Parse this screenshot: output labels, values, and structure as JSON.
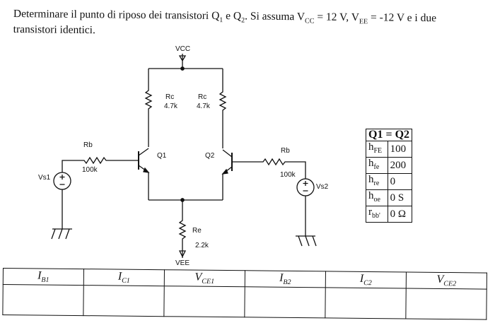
{
  "problem": {
    "text_before": "Determinare il punto di riposo dei transistori Q",
    "q1_sub": "1",
    "text_mid": " e Q",
    "q2_sub": "2",
    "text_assume": ". Si assuma V",
    "vcc_sub": "CC",
    "vcc_value": " = 12 V, V",
    "vee_sub": "EE",
    "vee_value": " = -12 V e i due",
    "line2": "transistori identici."
  },
  "circuit": {
    "vcc": "VCC",
    "vee": "VEE",
    "rc_left": {
      "name": "Rc",
      "value": "4.7k"
    },
    "rc_right": {
      "name": "Rc",
      "value": "4.7k"
    },
    "q1": "Q1",
    "q2": "Q2",
    "rb_left": {
      "name": "Rb",
      "value": "100k"
    },
    "rb_right": {
      "name": "Rb",
      "value": "100k"
    },
    "vs1": "Vs1",
    "vs2": "Vs2",
    "re": {
      "name": "Re",
      "value": "2.2k"
    }
  },
  "params": {
    "header": "Q1 = Q2",
    "rows": [
      {
        "name": "h",
        "sub": "FE",
        "value": "100"
      },
      {
        "name": "h",
        "sub": "fe",
        "value": "200"
      },
      {
        "name": "h",
        "sub": "re",
        "value": "0"
      },
      {
        "name": "h",
        "sub": "oe",
        "value": "0 S"
      },
      {
        "name": "r",
        "sub": "bb'",
        "value": "0 Ω"
      }
    ]
  },
  "answers": {
    "headers": [
      {
        "name": "I",
        "sub": "B1"
      },
      {
        "name": "I",
        "sub": "C1"
      },
      {
        "name": "V",
        "sub": "CE1"
      },
      {
        "name": "I",
        "sub": "B2"
      },
      {
        "name": "I",
        "sub": "C2"
      },
      {
        "name": "V",
        "sub": "CE2"
      }
    ]
  }
}
